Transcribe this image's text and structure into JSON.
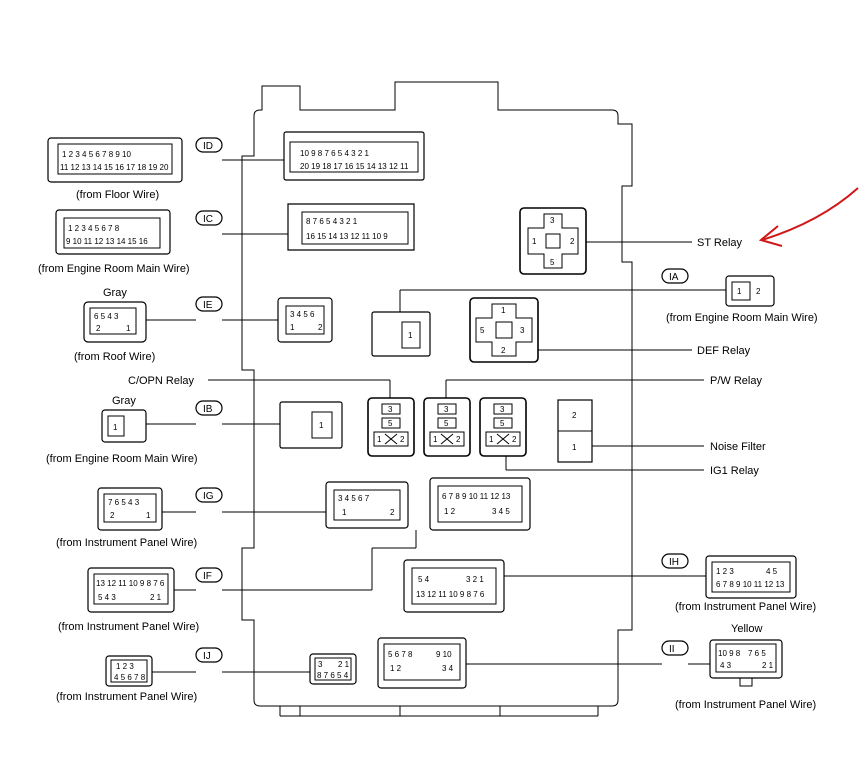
{
  "tags": {
    "ID": "ID",
    "IC": "IC",
    "IE": "IE",
    "IB": "IB",
    "IG": "IG",
    "IF": "IF",
    "IJ": "IJ",
    "IA": "IA",
    "IH": "IH",
    "II": "II"
  },
  "left_labels": {
    "floor": "(from Floor Wire)",
    "engine_main_1": "(from Engine Room Main Wire)",
    "gray_1": "Gray",
    "roof": "(from Roof Wire)",
    "copn": "C/OPN Relay",
    "gray_2": "Gray",
    "engine_main_2": "(from Engine Room Main Wire)",
    "instr_1": "(from Instrument Panel Wire)",
    "instr_2": "(from Instrument Panel Wire)",
    "instr_3": "(from Instrument Panel Wire)"
  },
  "right_labels": {
    "st_relay": "ST Relay",
    "engine_main_3": "(from Engine Room Main Wire)",
    "def_relay": "DEF Relay",
    "pw_relay": "P/W Relay",
    "noise_filter": "Noise Filter",
    "ig1_relay": "IG1 Relay",
    "instr_4": "(from Instrument Panel Wire)",
    "yellow": "Yellow",
    "instr_5": "(from Instrument Panel Wire)"
  },
  "pins": {
    "id_row1": "10 9 8 7    6 5 4 3 2 1",
    "id_row2": "20 19 18 17  16 15 14 13 12 11",
    "floor_row1": "1 2 3 4 5 6  7 8 9 10",
    "floor_row2": "11 12 13 14 15 16  17 18 19 20",
    "ic_row1": "8 7   6 5 4 3 2 1",
    "ic_row2": "16 15  14 13 12 11 10 9",
    "eng1_row1": "1 2 3 4 5 6  7 8",
    "eng1_row2": "9 10 11 12 13 14  15 16",
    "ie_row1": "3 4 5 6",
    "ie_row2a": "1",
    "ie_row2b": "2",
    "roof_row1": "6 5 4 3",
    "roof_row2a": "2",
    "roof_row2b": "1",
    "ib_pin": "1",
    "eng2_pin": "1",
    "ig_row1": "3 4 5 6 7",
    "ig_row2a": "1",
    "ig_row2b": "2",
    "instr1_row1": "7 6 5 4 3",
    "instr1_row2a": "2",
    "instr1_row2b": "1",
    "big_row1": "6 7 8 9 10 11 12 13",
    "big_row2a": "1 2",
    "big_row2b": "3 4 5",
    "if_row1a": "5 4",
    "if_row1b": "3 2 1",
    "if_row2": "13 12 11 10 9 8 7 6",
    "instr2_row1": "13 12 11 10 9 8 7 6",
    "instr2_row2a": "5 4 3",
    "instr2_row2b": "2 1",
    "ij_row1a": "3",
    "ij_row1b": "2 1",
    "ij_row2": "8 7 6 5 4",
    "instr3_row1": "1 2 3",
    "instr3_row2": "4 5 6 7 8",
    "ii_row1a": "5 6 7 8",
    "ii_row1b": "9 10",
    "ii_row2a": "1 2",
    "ii_row2b": "3 4",
    "yel_row1a": "10 9 8",
    "yel_row1b": "7 6 5",
    "yel_row2a": "4 3",
    "yel_row2b": "2 1",
    "ih_row1a": "1 2 3",
    "ih_row1b": "4 5",
    "ih_row2": "6 7 8 9 10 11 12 13",
    "st_3": "3",
    "st_1": "1",
    "st_2": "2",
    "st_5": "5",
    "def_1": "1",
    "def_5": "5",
    "def_3": "3",
    "def_2": "2",
    "fuse_1": "1",
    "nf_2": "2",
    "nf_1": "1",
    "r_3": "3",
    "r_5": "5",
    "r_1": "1",
    "r_2": "2",
    "ia_1": "1",
    "ia_2": "2"
  }
}
